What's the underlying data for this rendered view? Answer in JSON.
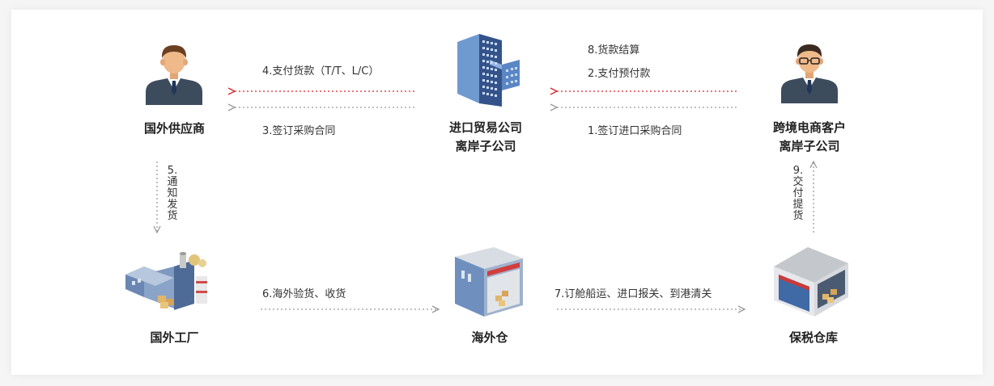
{
  "nodes": {
    "supplier": "国外供应商",
    "trader_line1": "进口贸易公司",
    "trader_line2": "离岸子公司",
    "customer_line1": "跨境电商客户",
    "customer_line2": "离岸子公司",
    "factory": "国外工厂",
    "overseas_wh": "海外仓",
    "bonded_wh": "保税仓库"
  },
  "edges": {
    "e4": "4.支付货款（T/T、L/C）",
    "e3": "3.签订采购合同",
    "e8": "8.货款结算",
    "e2": "2.支付预付款",
    "e1": "1.签订进口采购合同",
    "e5_num": "5.",
    "e5_chars": [
      "通",
      "知",
      "发",
      "货"
    ],
    "e9_num": "9.",
    "e9_chars": [
      "交",
      "付",
      "提",
      "货"
    ],
    "e6": "6.海外验货、收货",
    "e7": "7.订舱船运、进口报关、到港清关"
  },
  "colors": {
    "red_arrow": "#d9232e",
    "grey_arrow": "#9a9a9a"
  }
}
